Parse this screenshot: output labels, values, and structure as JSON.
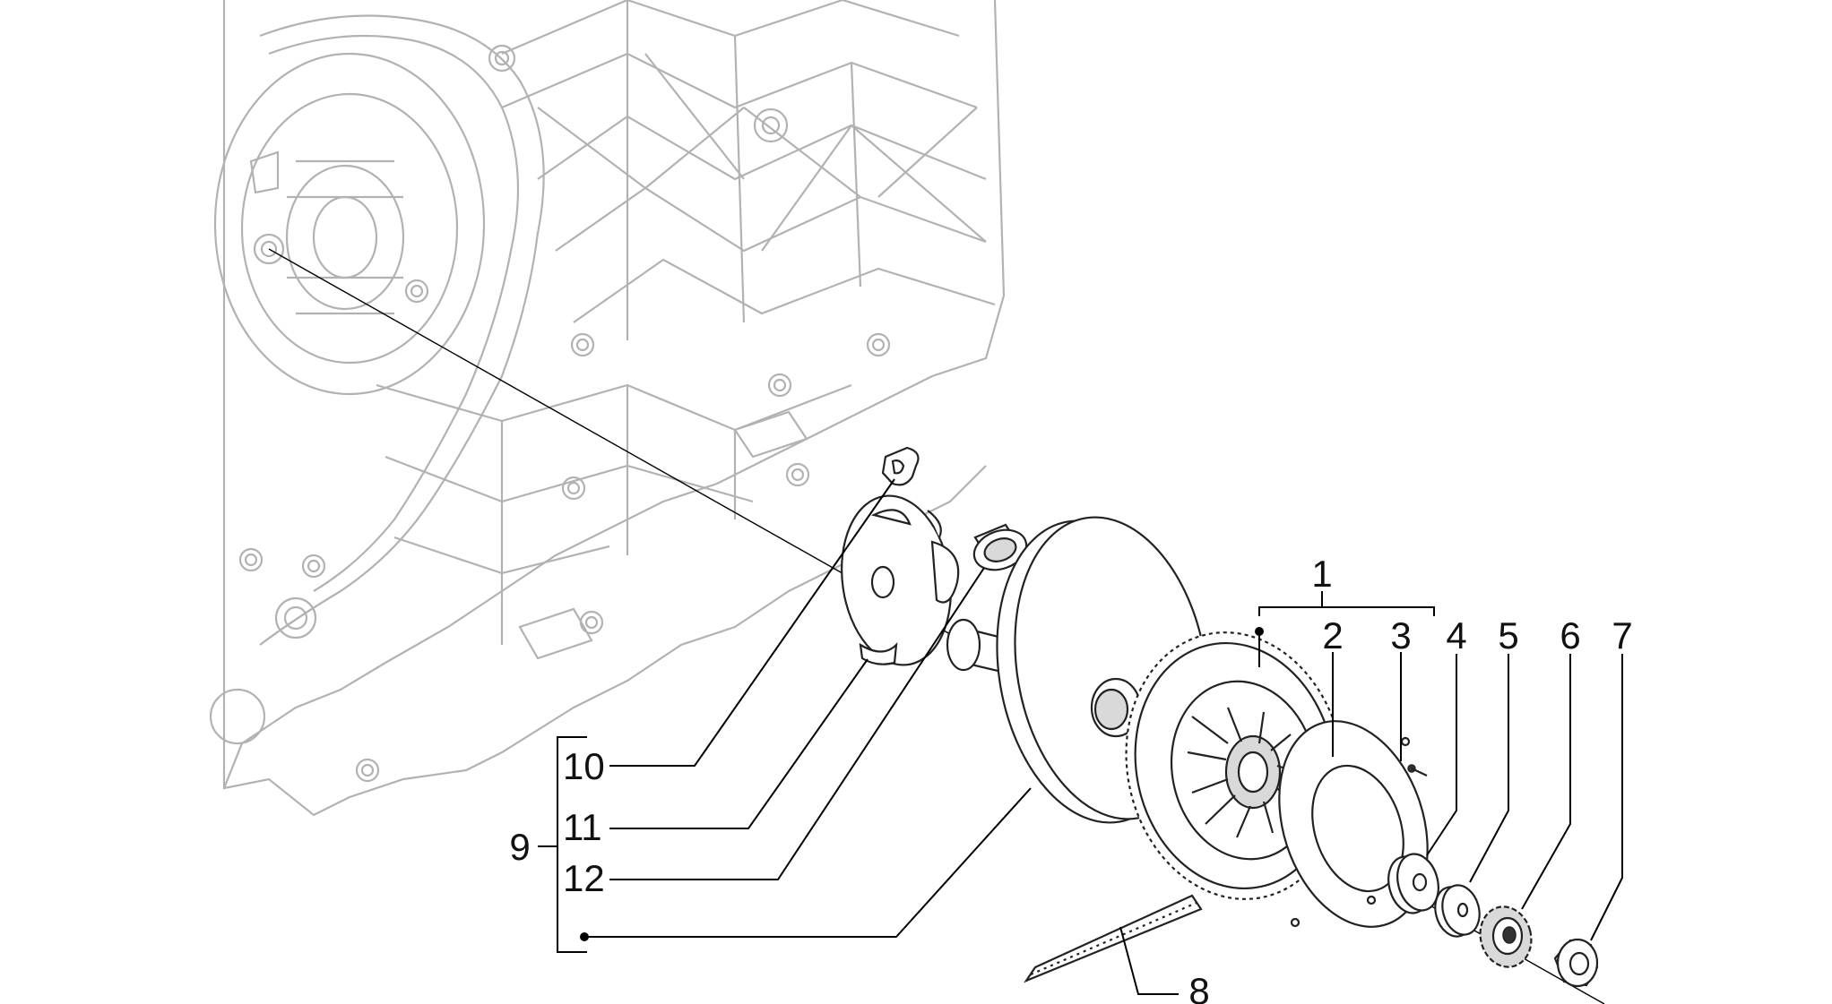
{
  "diagram": {
    "callouts": [
      {
        "id": "c1",
        "text": "1"
      },
      {
        "id": "c2",
        "text": "2"
      },
      {
        "id": "c3",
        "text": "3"
      },
      {
        "id": "c4",
        "text": "4"
      },
      {
        "id": "c5",
        "text": "5"
      },
      {
        "id": "c6",
        "text": "6"
      },
      {
        "id": "c7",
        "text": "7"
      },
      {
        "id": "c8",
        "text": "8"
      },
      {
        "id": "c9",
        "text": "9"
      },
      {
        "id": "c10",
        "text": "10"
      },
      {
        "id": "c11",
        "text": "11"
      },
      {
        "id": "c12",
        "text": "12"
      }
    ],
    "colors": {
      "crankcase_line": "#b2b2b2",
      "part_line": "#222222",
      "leader_line": "#000000"
    }
  }
}
